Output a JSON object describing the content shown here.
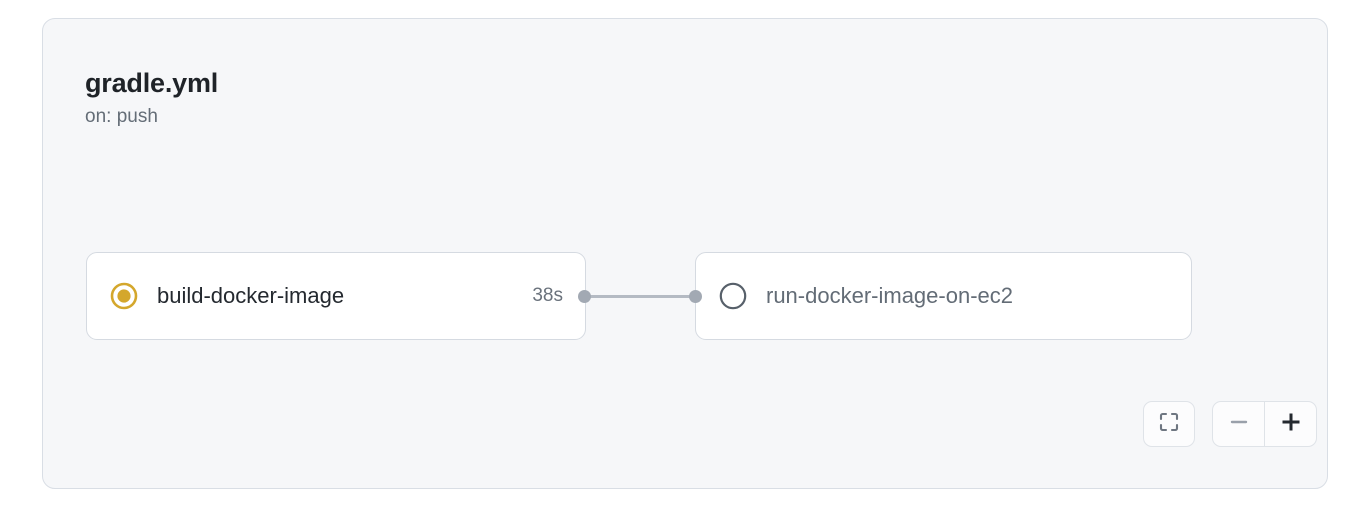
{
  "workflow": {
    "title": "gradle.yml",
    "trigger": "on: push",
    "nodes": [
      {
        "id": "build-docker-image",
        "label": "build-docker-image",
        "status": "in-progress",
        "status_icon": "in-progress-circle-icon",
        "status_color": "#d4a72c",
        "duration": "38s"
      },
      {
        "id": "run-docker-image-on-ec2",
        "label": "run-docker-image-on-ec2",
        "status": "pending",
        "status_icon": "pending-circle-icon",
        "status_color": "#57606a",
        "duration": ""
      }
    ],
    "edges": [
      {
        "from": "build-docker-image",
        "to": "run-docker-image-on-ec2"
      }
    ]
  },
  "controls": {
    "fit_view_label": "fit-view",
    "zoom_out_label": "−",
    "zoom_in_label": "+"
  },
  "colors": {
    "card_bg": "#f6f7f9",
    "card_border": "#d9dee5",
    "node_bg": "#ffffff",
    "node_border": "#d5dae1",
    "edge": "#b4bac3",
    "handle": "#a2a9b3",
    "text_primary": "#1f2328",
    "text_muted": "#636c76",
    "accent_yellow": "#d4a72c"
  }
}
